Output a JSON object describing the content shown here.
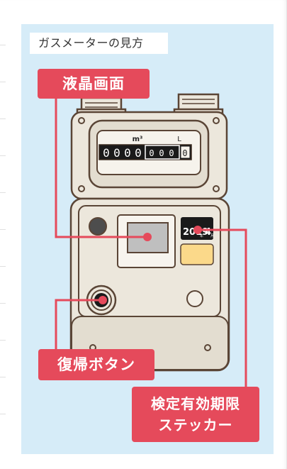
{
  "title": "ガスメーターの見方",
  "callouts": {
    "lcd_screen": "液晶画面",
    "reset_button": "復帰ボタン",
    "expiry_line1": "検定有効期限",
    "expiry_line2": "ステッカー"
  },
  "counter": {
    "unit_m3": "m³",
    "unit_l": "L",
    "m3_digits": [
      "0",
      "0",
      "0",
      "0"
    ],
    "l_digits": [
      "0",
      "0",
      "0",
      "0"
    ]
  },
  "sticker": {
    "year": "2019",
    "year_unit": "年",
    "month": "4",
    "month_unit": "月"
  },
  "colors": {
    "accent": "#e54a5b",
    "background": "#d6ecf8",
    "meter_body": "#ece7dc",
    "meter_outline": "#5a4536",
    "sticker_yellow": "#fbd98a"
  }
}
